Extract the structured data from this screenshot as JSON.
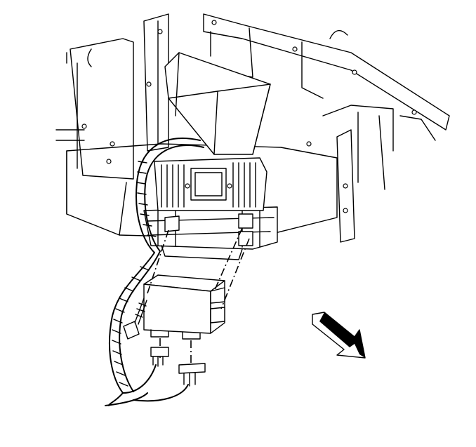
{
  "diagram": {
    "line_color": "#000000",
    "background_color": "#ffffff",
    "parts": [
      {
        "id": "vehicle-body-structure"
      },
      {
        "id": "mounting-bracket-assembly"
      },
      {
        "id": "upper-control-module-with-heat-sink"
      },
      {
        "id": "lower-control-module"
      },
      {
        "id": "wiring-harness-loom"
      },
      {
        "id": "mounting-bolt"
      },
      {
        "id": "harness-connector-left"
      },
      {
        "id": "harness-connector-right"
      },
      {
        "id": "vehicle-front-direction-arrow"
      }
    ]
  }
}
